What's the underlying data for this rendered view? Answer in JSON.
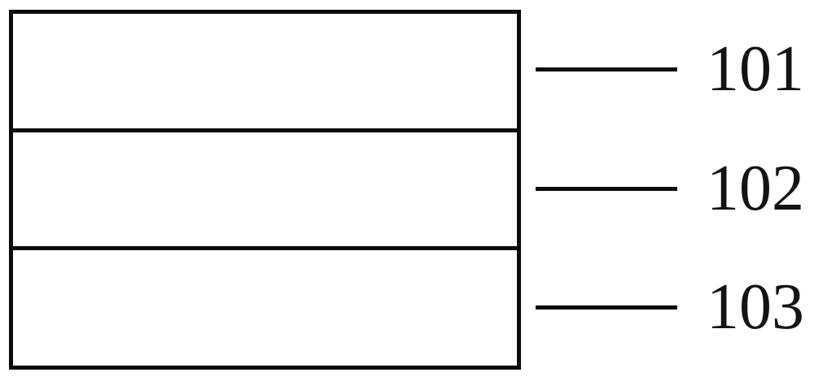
{
  "figure": {
    "type": "layered-cross-section",
    "description": "Patent-style schematic cross-section of a three-layer stacked structure",
    "background_color": "#ffffff",
    "line_color": "#0b0b0b",
    "text_color": "#141414"
  },
  "stack": {
    "layers": [
      {
        "id": "layer-101",
        "reference_numeral": "101",
        "position": "top"
      },
      {
        "id": "layer-102",
        "reference_numeral": "102",
        "position": "middle"
      },
      {
        "id": "layer-103",
        "reference_numeral": "103",
        "position": "bottom"
      }
    ]
  },
  "callouts": [
    {
      "label": "101",
      "leader_line": "horizontal-leader-line",
      "points_to": "layer-101"
    },
    {
      "label": "102",
      "leader_line": "horizontal-leader-line",
      "points_to": "layer-102"
    },
    {
      "label": "103",
      "leader_line": "horizontal-leader-line",
      "points_to": "layer-103"
    }
  ]
}
